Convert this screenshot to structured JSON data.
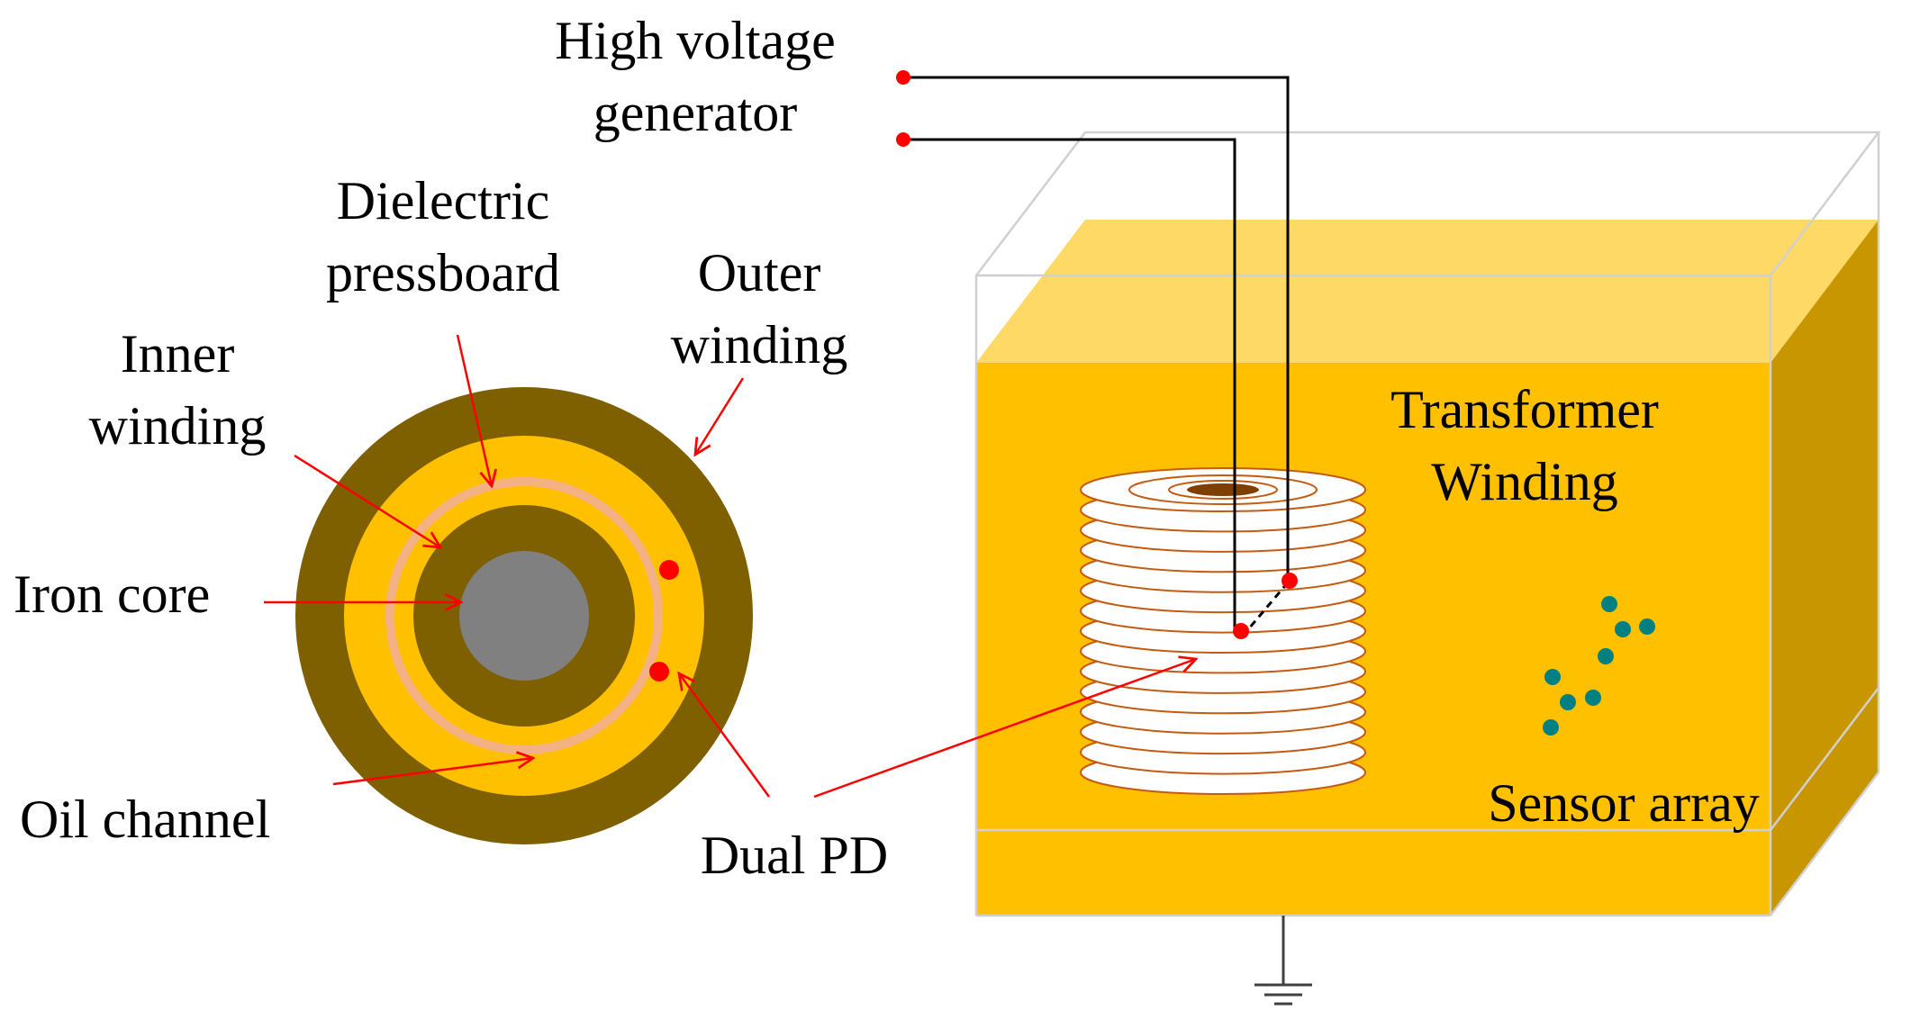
{
  "labels": {
    "high_voltage_line1": "High voltage",
    "high_voltage_line2": "generator",
    "dielectric_line1": "Dielectric",
    "dielectric_line2": "pressboard",
    "outer_line1": "Outer",
    "outer_line2": "winding",
    "inner_line1": "Inner",
    "inner_line2": "winding",
    "iron_core": "Iron core",
    "oil_channel": "Oil channel",
    "dual_pd": "Dual PD",
    "transformer_line1": "Transformer",
    "transformer_line2": "Winding",
    "sensor_array": "Sensor array"
  },
  "colors": {
    "outer_winding": "#7f6000",
    "oil": "#ffc000",
    "oil_top": "#ffd966",
    "oil_side": "#c89600",
    "pressboard": "#f4b183",
    "inner_winding": "#7f6000",
    "iron_core": "#808080",
    "pd_dot": "#ff0000",
    "sensor": "#008080",
    "arrow": "#ff0000",
    "coil_stroke": "#c55a11"
  }
}
